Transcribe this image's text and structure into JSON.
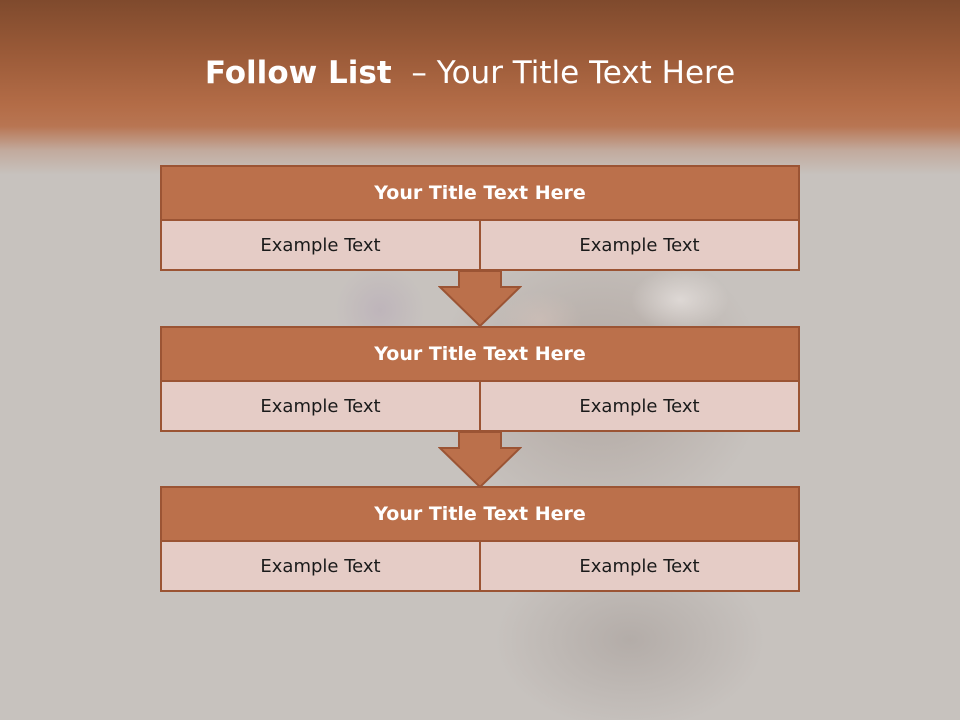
{
  "slide": {
    "title_bold": "Follow List",
    "title_rest": "  – Your Title Text Here"
  },
  "blocks": [
    {
      "title": "Your Title Text Here",
      "cells": [
        "Example Text",
        "Example Text"
      ]
    },
    {
      "title": "Your Title Text Here",
      "cells": [
        "Example Text",
        "Example Text"
      ]
    },
    {
      "title": "Your Title Text Here",
      "cells": [
        "Example Text",
        "Example Text"
      ]
    }
  ],
  "arrows": [
    "down-arrow-icon",
    "down-arrow-icon"
  ],
  "colors": {
    "accent": "#bb704b",
    "accent_border": "#9b5434",
    "cell_fill": "#e5ccc6",
    "header_dark": "#7f4a2d",
    "background": "#c7c2be"
  }
}
